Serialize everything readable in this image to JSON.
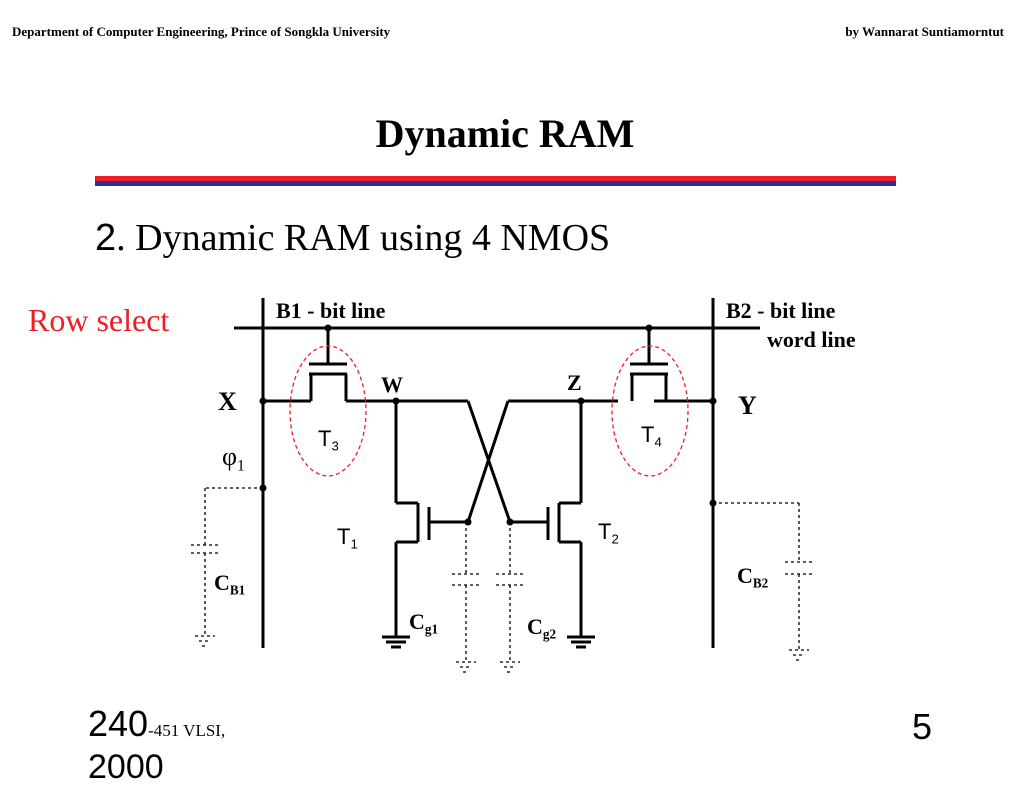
{
  "header": {
    "left": "Department of Computer Engineering, Prince of Songkla University",
    "right": "by Wannarat Suntiamorntut"
  },
  "title": "Dynamic  RAM",
  "subtitle": {
    "number": "2",
    "text": ". Dynamic RAM using  4  NMOS"
  },
  "row_select": "Row select",
  "colors": {
    "accent_red": "#ee1c25",
    "accent_blue": "#2e3192"
  },
  "circuit": {
    "b1_label": "B1  - bit line",
    "b2_label": "B2  - bit line",
    "word_line_label": "word  line",
    "node_x": "X",
    "node_y": "Y",
    "node_w": "W",
    "node_z": "Z",
    "phi": {
      "main": "φ",
      "sub": "1"
    },
    "t1": {
      "main": "T",
      "sub": "1"
    },
    "t2": {
      "main": "T",
      "sub": "2"
    },
    "t3": {
      "main": "T",
      "sub": "3"
    },
    "t4": {
      "main": "T",
      "sub": "4"
    },
    "cb1": {
      "main": "C",
      "sub": "B1"
    },
    "cb2": {
      "main": "C",
      "sub": "B2"
    },
    "cg1": {
      "main": "C",
      "sub": "g1"
    },
    "cg2": {
      "main": "C",
      "sub": "g2"
    }
  },
  "footer": {
    "course_num": "240",
    "course_rest": "-451  VLSI,",
    "year": "2000",
    "page": "5"
  }
}
